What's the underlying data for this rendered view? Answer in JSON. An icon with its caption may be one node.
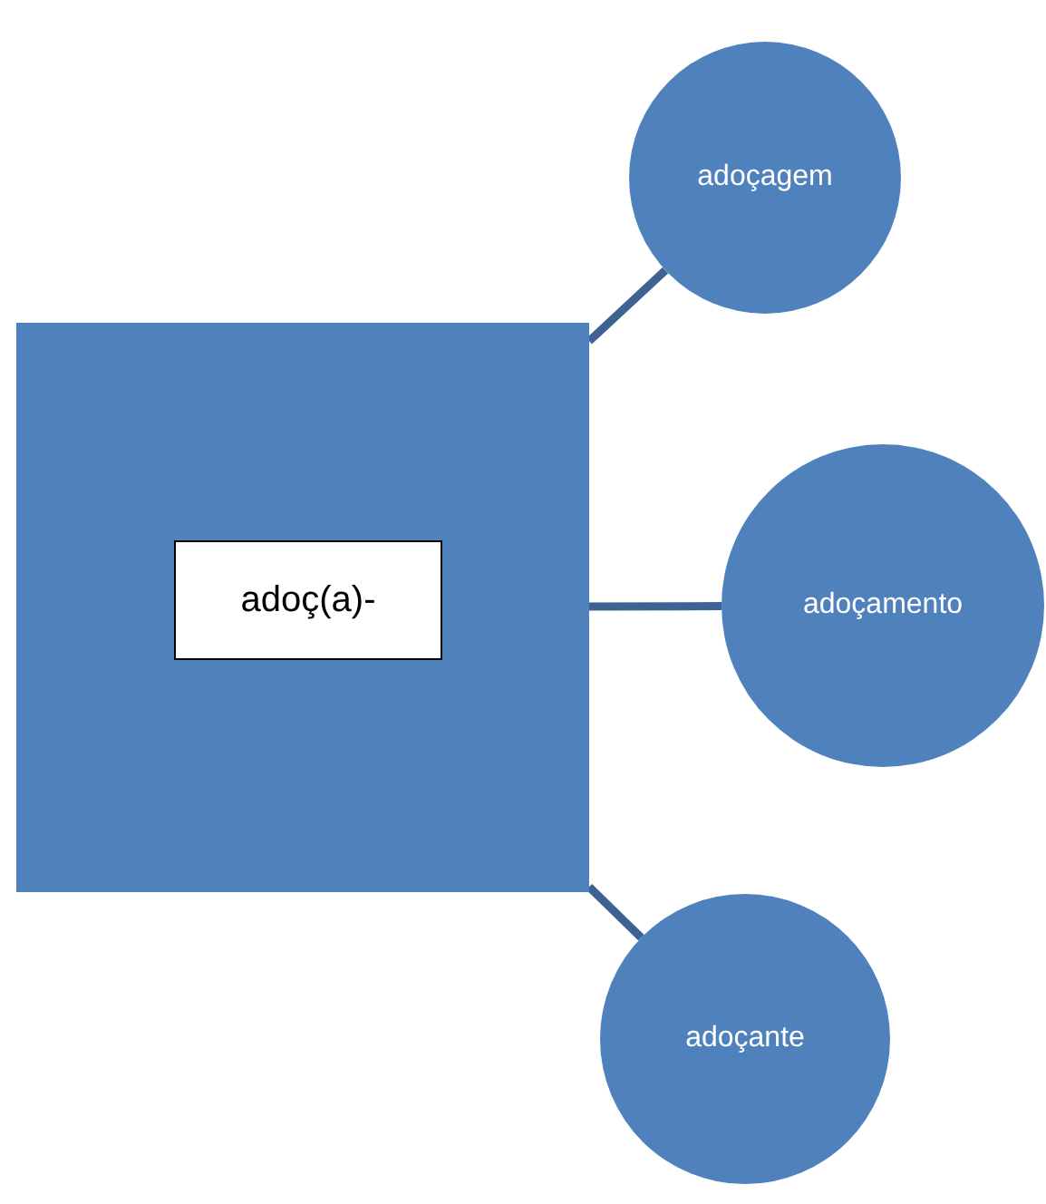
{
  "diagram": {
    "nodes": [
      {
        "text": [],
        "shape": "box"
      },
      {
        "text": [
          "adoç(a)-"
        ],
        "in": 0
      },
      {
        "text": [
          "adoçagem"
        ]
      },
      {
        "text": [
          "adoçamento"
        ]
      },
      {
        "text": [
          "adoçante"
        ]
      }
    ],
    "edges": [
      {
        "from": 0,
        "to": 2,
        "arrow": "none"
      },
      {
        "from": 0,
        "to": 3,
        "arrow": "none"
      },
      {
        "from": 0,
        "to": 4,
        "arrow": "none"
      }
    ]
  }
}
